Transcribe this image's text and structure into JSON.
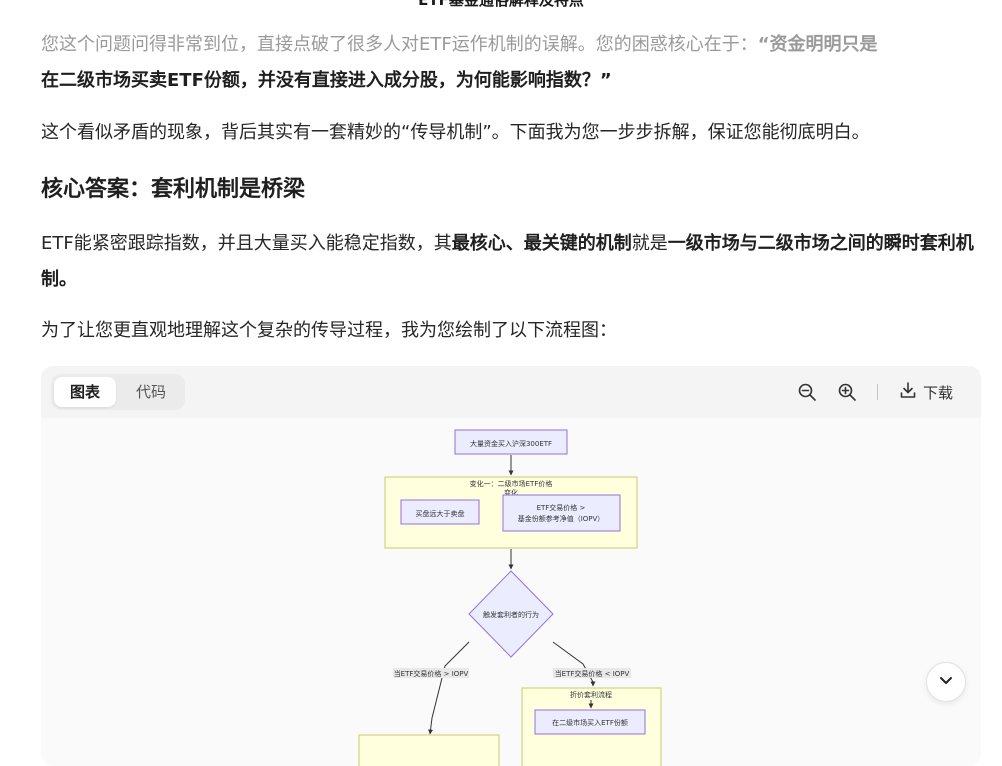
{
  "page_title": "ETF基金通俗解释及特点",
  "p1": {
    "faded": "您这个问题问得非常到位，直接点破了很多人对ETF运作机制的误解。您的困惑核心在于：",
    "faded_bold": "“资金明明只是",
    "bold": "在二级市场买卖ETF份额，并没有直接进入成分股，为何能影响指数？”"
  },
  "p2": "这个看似矛盾的现象，背后其实有一套精妙的“传导机制”。下面我为您一步步拆解，保证您能彻底明白。",
  "h2": "核心答案：套利机制是桥梁",
  "p3": {
    "t1": "ETF能紧密跟踪指数，并且大量买入能稳定指数，其",
    "b1": "最核心、最关键的机制",
    "t2": "就是",
    "b2": "一级市场与二级市场之间的瞬时套利机制。"
  },
  "p4": "为了让您更直观地理解这个复杂的传导过程，我为您绘制了以下流程图：",
  "toolbar": {
    "tab_chart": "图表",
    "tab_code": "代码",
    "download": "下载"
  },
  "diagram": {
    "node_start": "大量资金买入沪深300ETF",
    "group1_title_l1": "变化一：二级市场ETF价格",
    "group1_title_l2": "变化",
    "node_buy": "买盘远大于卖盘",
    "node_price_l1": "ETF交易价格 >",
    "node_price_l2": "基金份额参考净值（IOPV）",
    "decision": "触发套利者的行为",
    "edge_left": "当ETF交易价格 > IOPV",
    "edge_right": "当ETF交易价格 < IOPV",
    "group_right_title": "折价套利流程",
    "node_right_partial": "在二级市场买入ETF份额"
  },
  "colors": {
    "node_fill": "#ececff",
    "node_stroke": "#9370db",
    "group_fill": "#ffffde",
    "group_stroke": "#c9c96a"
  },
  "icons": [
    "zoom-out-icon",
    "zoom-in-icon",
    "download-icon",
    "chevron-down-icon"
  ]
}
